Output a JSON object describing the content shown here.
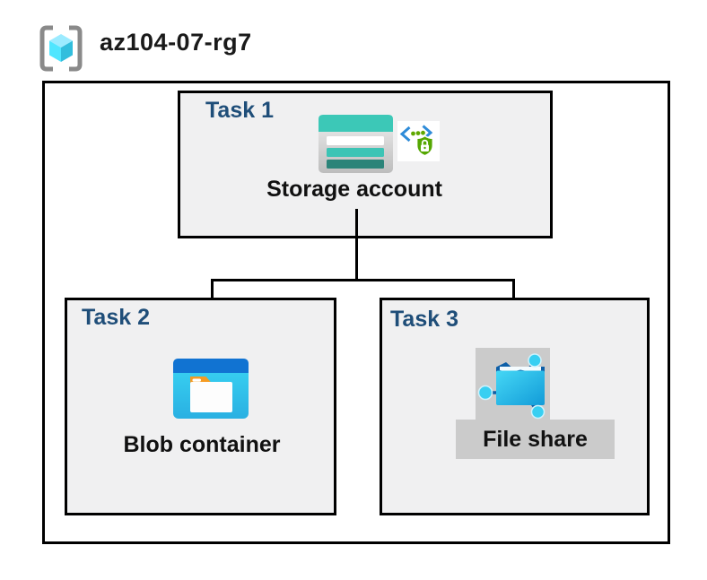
{
  "header": {
    "resource_group_name": "az104-07-rg7"
  },
  "tasks": [
    {
      "label": "Task 1",
      "resource": "Storage account"
    },
    {
      "label": "Task 2",
      "resource": "Blob container"
    },
    {
      "label": "Task 3",
      "resource": "File share"
    }
  ],
  "icons": {
    "resource_group": "resource-group-icon",
    "storage_account": "storage-account-icon",
    "secure_access": "secure-access-badge-icon",
    "blob_container": "blob-container-icon",
    "file_share": "file-share-icon"
  },
  "colors": {
    "task_label": "#1F4E79",
    "box_fill": "#F0F0F1",
    "box_border": "#000000",
    "storage_teal": "#3CC8B7",
    "storage_teal_dark": "#2B8479",
    "blob_top_blue": "#1173D2",
    "blob_body_cyan": "#35C8EF",
    "folder_tab_orange": "#F59B22",
    "file_share_node_cyan": "#38CFF2",
    "file_share_link_blue": "#0F5FA5",
    "badge_shield_green": "#55A702",
    "badge_bracket_blue": "#2E8BD8",
    "highlight_gray": "#CBCBCB",
    "rg_cube_cyan": "#50E6FF",
    "rg_bracket_gray": "#8A8A8A"
  }
}
